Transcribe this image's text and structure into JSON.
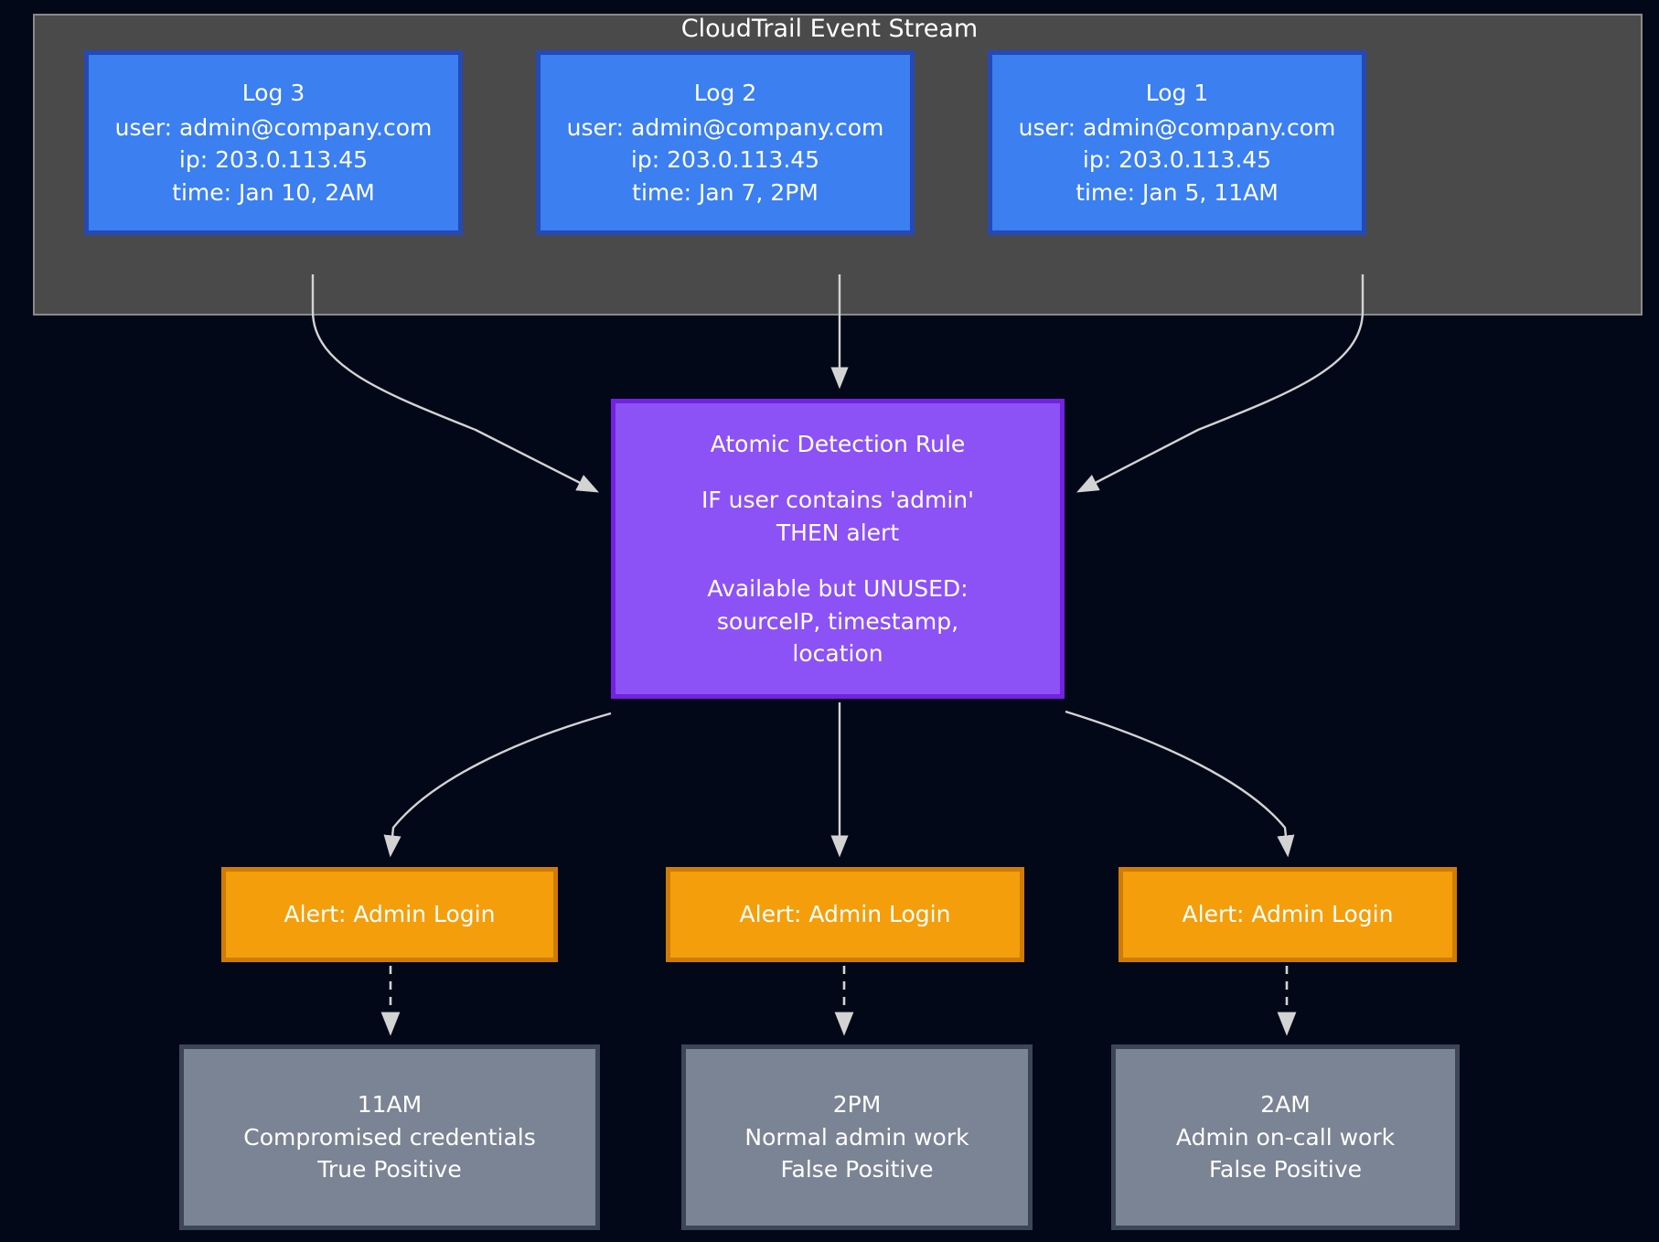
{
  "diagram": {
    "background_color": "#020817",
    "subgraph": {
      "title": "CloudTrail Event Stream",
      "fill": "#4a4a4a",
      "stroke": "#8a8a8a"
    },
    "logs": [
      {
        "id": "log3",
        "title": "Log 3",
        "user": "user: admin@company.com",
        "ip": "ip: 203.0.113.45",
        "time": "time: Jan 10, 2AM",
        "fill": "#3b7ff0",
        "stroke": "#2549b5"
      },
      {
        "id": "log2",
        "title": "Log 2",
        "user": "user: admin@company.com",
        "ip": "ip: 203.0.113.45",
        "time": "time: Jan 7, 2PM",
        "fill": "#3b7ff0",
        "stroke": "#2549b5"
      },
      {
        "id": "log1",
        "title": "Log 1",
        "user": "user: admin@company.com",
        "ip": "ip: 203.0.113.45",
        "time": "time: Jan 5, 11AM",
        "fill": "#3b7ff0",
        "stroke": "#2549b5"
      }
    ],
    "rule": {
      "title": "Atomic Detection Rule",
      "condition_line1": "IF user contains 'admin'",
      "condition_line2": "THEN alert",
      "unused_header": "Available but UNUSED:",
      "unused_line1": "sourceIP, timestamp,",
      "unused_line2": "location",
      "fill": "#8c52f5",
      "stroke": "#7222e0"
    },
    "alerts": [
      {
        "id": "alert1",
        "label": "Alert: Admin Login",
        "fill": "#f59e0b",
        "stroke": "#cf7c06"
      },
      {
        "id": "alert2",
        "label": "Alert: Admin Login",
        "fill": "#f59e0b",
        "stroke": "#cf7c06"
      },
      {
        "id": "alert3",
        "label": "Alert: Admin Login",
        "fill": "#f59e0b",
        "stroke": "#cf7c06"
      }
    ],
    "outcomes": [
      {
        "id": "outcome1",
        "time": "11AM",
        "description": "Compromised credentials",
        "verdict": "True Positive",
        "fill": "#7b8494",
        "stroke": "#3d4657"
      },
      {
        "id": "outcome2",
        "time": "2PM",
        "description": "Normal admin work",
        "verdict": "False Positive",
        "fill": "#7b8494",
        "stroke": "#3d4657"
      },
      {
        "id": "outcome3",
        "time": "2AM",
        "description": "Admin on-call work",
        "verdict": "False Positive",
        "fill": "#7b8494",
        "stroke": "#3d4657"
      }
    ],
    "edges": {
      "stroke": "#d3d3d3",
      "solid_count": 6,
      "dashed_count": 3
    }
  }
}
